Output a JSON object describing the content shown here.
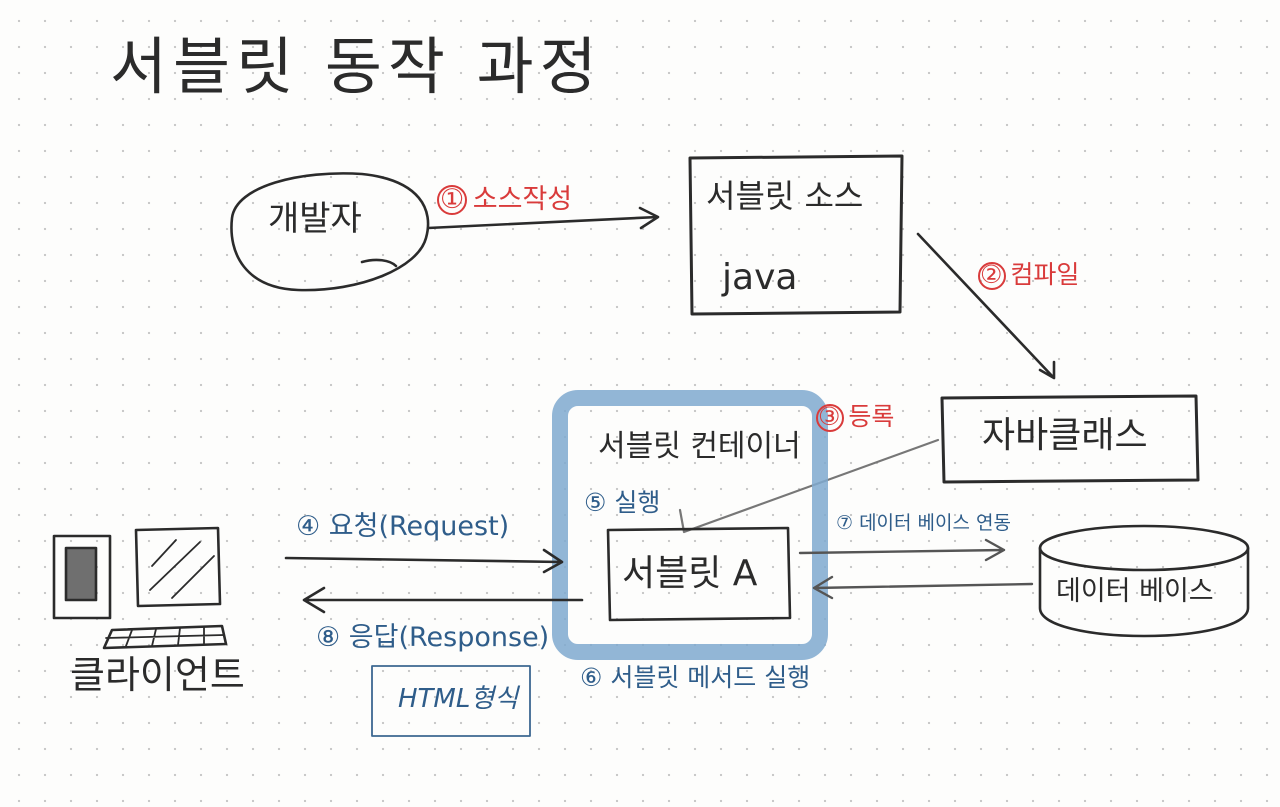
{
  "title": "서블릿 동작 과정",
  "colors": {
    "ink": "#2b2b2b",
    "red": "#d93b3b",
    "blue": "#2f5d8a",
    "highlight": "#7fa9cf",
    "dot": "#c9c9c9"
  },
  "nodes": {
    "developer": "개발자",
    "servlet_source": {
      "title": "서블릿 소스",
      "subtitle": "java"
    },
    "java_class": "자바클래스",
    "container": "서블릿 컨테이너",
    "servlet_a": "서블릿 A",
    "database": "데이터 베이스",
    "client": "클라이언트",
    "html_format": "HTML형식"
  },
  "steps": [
    {
      "label": "① 소스작성"
    },
    {
      "label": "② 컴파일"
    },
    {
      "label": "③ 등록"
    },
    {
      "label": "④ 요청(Request)"
    },
    {
      "label": "⑤ 실행"
    },
    {
      "label": "⑥ 서블릿 메서드 실행"
    },
    {
      "label": "⑦ 데이터 베이스 연동"
    },
    {
      "label": "⑧ 응답(Response)"
    }
  ]
}
